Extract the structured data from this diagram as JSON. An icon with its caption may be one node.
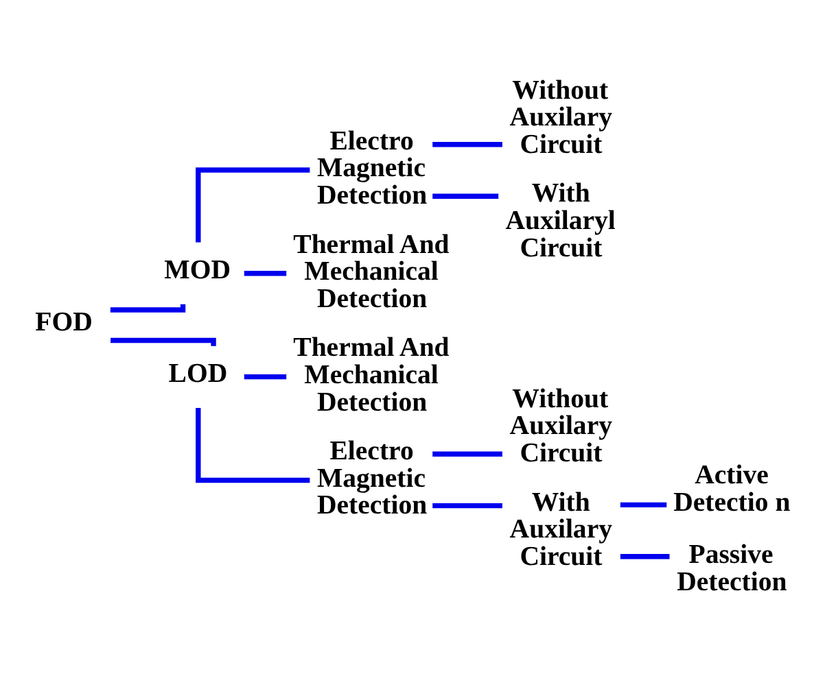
{
  "diagram": {
    "nodes": [
      {
        "text": [
          "FOD"
        ]
      },
      {
        "text": [
          "MOD"
        ]
      },
      {
        "text": [
          "Electro Magnetic Detection"
        ]
      },
      {
        "text": [
          "Without Auxilary Circuit"
        ]
      },
      {
        "text": [
          "With Auxilaryl Circuit"
        ]
      },
      {
        "text": [
          "Thermal And Mechanical Detection"
        ]
      },
      {
        "text": [
          "LOD"
        ]
      },
      {
        "text": [
          "Thermal And Mechanical Detection"
        ]
      },
      {
        "text": [
          "Electro Magnetic Detection"
        ]
      },
      {
        "text": [
          "Without Auxilary Circuit"
        ]
      },
      {
        "text": [
          "With Auxilary Circuit"
        ]
      },
      {
        "text": [
          "Active Detectio n"
        ]
      },
      {
        "text": [
          "Passive Detection"
        ]
      }
    ],
    "edges": [
      {
        "from": 0,
        "to": 1,
        "arrow": "none"
      },
      {
        "from": 0,
        "to": 6,
        "arrow": "none"
      },
      {
        "from": 1,
        "to": 2,
        "arrow": "none"
      },
      {
        "from": 1,
        "to": 5,
        "arrow": "none"
      },
      {
        "from": 2,
        "to": 3,
        "arrow": "none"
      },
      {
        "from": 2,
        "to": 4,
        "arrow": "none"
      },
      {
        "from": 6,
        "to": 7,
        "arrow": "none"
      },
      {
        "from": 6,
        "to": 8,
        "arrow": "none"
      },
      {
        "from": 8,
        "to": 9,
        "arrow": "none"
      },
      {
        "from": 8,
        "to": 10,
        "arrow": "none"
      },
      {
        "from": 10,
        "to": 11,
        "arrow": "none"
      },
      {
        "from": 10,
        "to": 12,
        "arrow": "none"
      }
    ]
  }
}
